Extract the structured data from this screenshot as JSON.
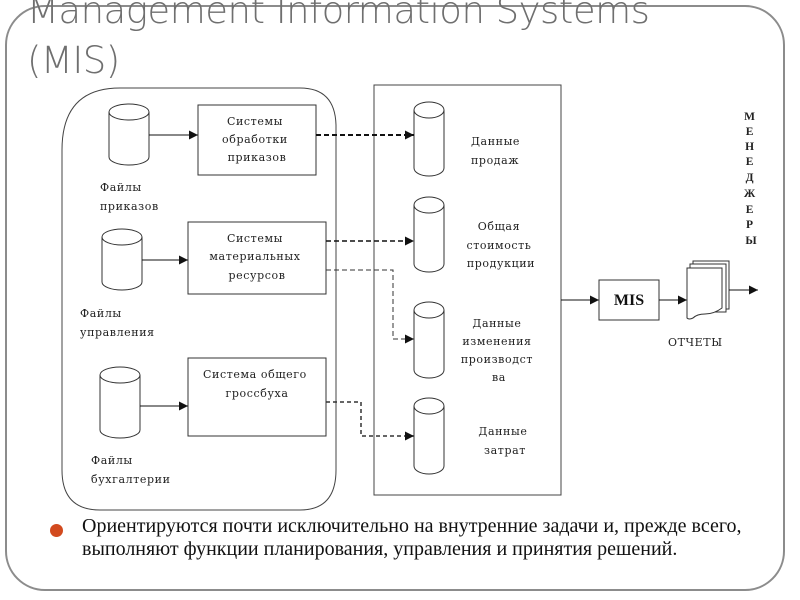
{
  "slide": {
    "title_lines": [
      "Management Information Systems",
      "(MIS)"
    ],
    "accent_color": "#d24a1e",
    "frame_color": "#8c8c8c"
  },
  "diagram": {
    "source_files": [
      {
        "id": "orders",
        "label_lines": [
          "Файлы",
          "приказов"
        ]
      },
      {
        "id": "management",
        "label_lines": [
          "Файлы",
          "управления"
        ]
      },
      {
        "id": "accounting",
        "label_lines": [
          "Файлы",
          "бухгалтерии"
        ]
      }
    ],
    "systems": [
      {
        "id": "order-processing",
        "label_lines": [
          "Системы",
          "обработки",
          "приказов"
        ]
      },
      {
        "id": "material-resources",
        "label_lines": [
          "Системы",
          "материальных",
          "ресурсов"
        ]
      },
      {
        "id": "general-ledger",
        "label_lines": [
          "Система общего",
          "гроссбуха"
        ]
      }
    ],
    "databases": [
      {
        "id": "sales",
        "label_lines": [
          "Данные",
          "продаж"
        ]
      },
      {
        "id": "product-cost",
        "label_lines": [
          "Общая",
          "стоимость",
          "продукции"
        ]
      },
      {
        "id": "production-changes",
        "label_lines": [
          "Данные",
          "изменения",
          "производст",
          "ва"
        ]
      },
      {
        "id": "costs",
        "label_lines": [
          "Данные",
          "затрат"
        ]
      }
    ],
    "mis_label": "MIS",
    "reports_label": "ОТЧЕТЫ",
    "managers_letters": [
      "М",
      "Е",
      "Н",
      "Е",
      "Д",
      "Ж",
      "Е",
      "Р",
      "Ы"
    ]
  },
  "bullets": [
    {
      "text": "Ориентируются почти исключительно на внутренние задачи и, прежде всего, выполняют функции планирования, управления и принятия решений."
    }
  ]
}
